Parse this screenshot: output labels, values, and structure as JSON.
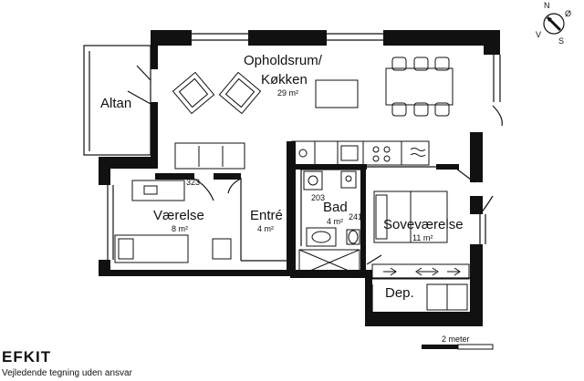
{
  "rooms": {
    "living": {
      "name_line1": "Opholdsrum/",
      "name_line2": "Køkken",
      "area": "29 m²"
    },
    "balcony": {
      "name": "Altan"
    },
    "bedroom_small": {
      "name": "Værelse",
      "area": "8 m²"
    },
    "entry": {
      "name": "Entré",
      "area": "4 m²"
    },
    "bath": {
      "name": "Bad",
      "area": "4 m²"
    },
    "bedroom": {
      "name": "Soveværelse",
      "area": "11 m²"
    },
    "storage": {
      "name": "Dep."
    }
  },
  "dimensions": {
    "d323": "323",
    "d203": "203",
    "d241": "241"
  },
  "scale": {
    "label": "2 meter"
  },
  "branding": {
    "logo": "EFKIT",
    "disclaimer": "Vejledende tegning uden ansvar"
  },
  "compass": {
    "n": "N",
    "s": "S",
    "o": "Ø",
    "v": "V"
  }
}
